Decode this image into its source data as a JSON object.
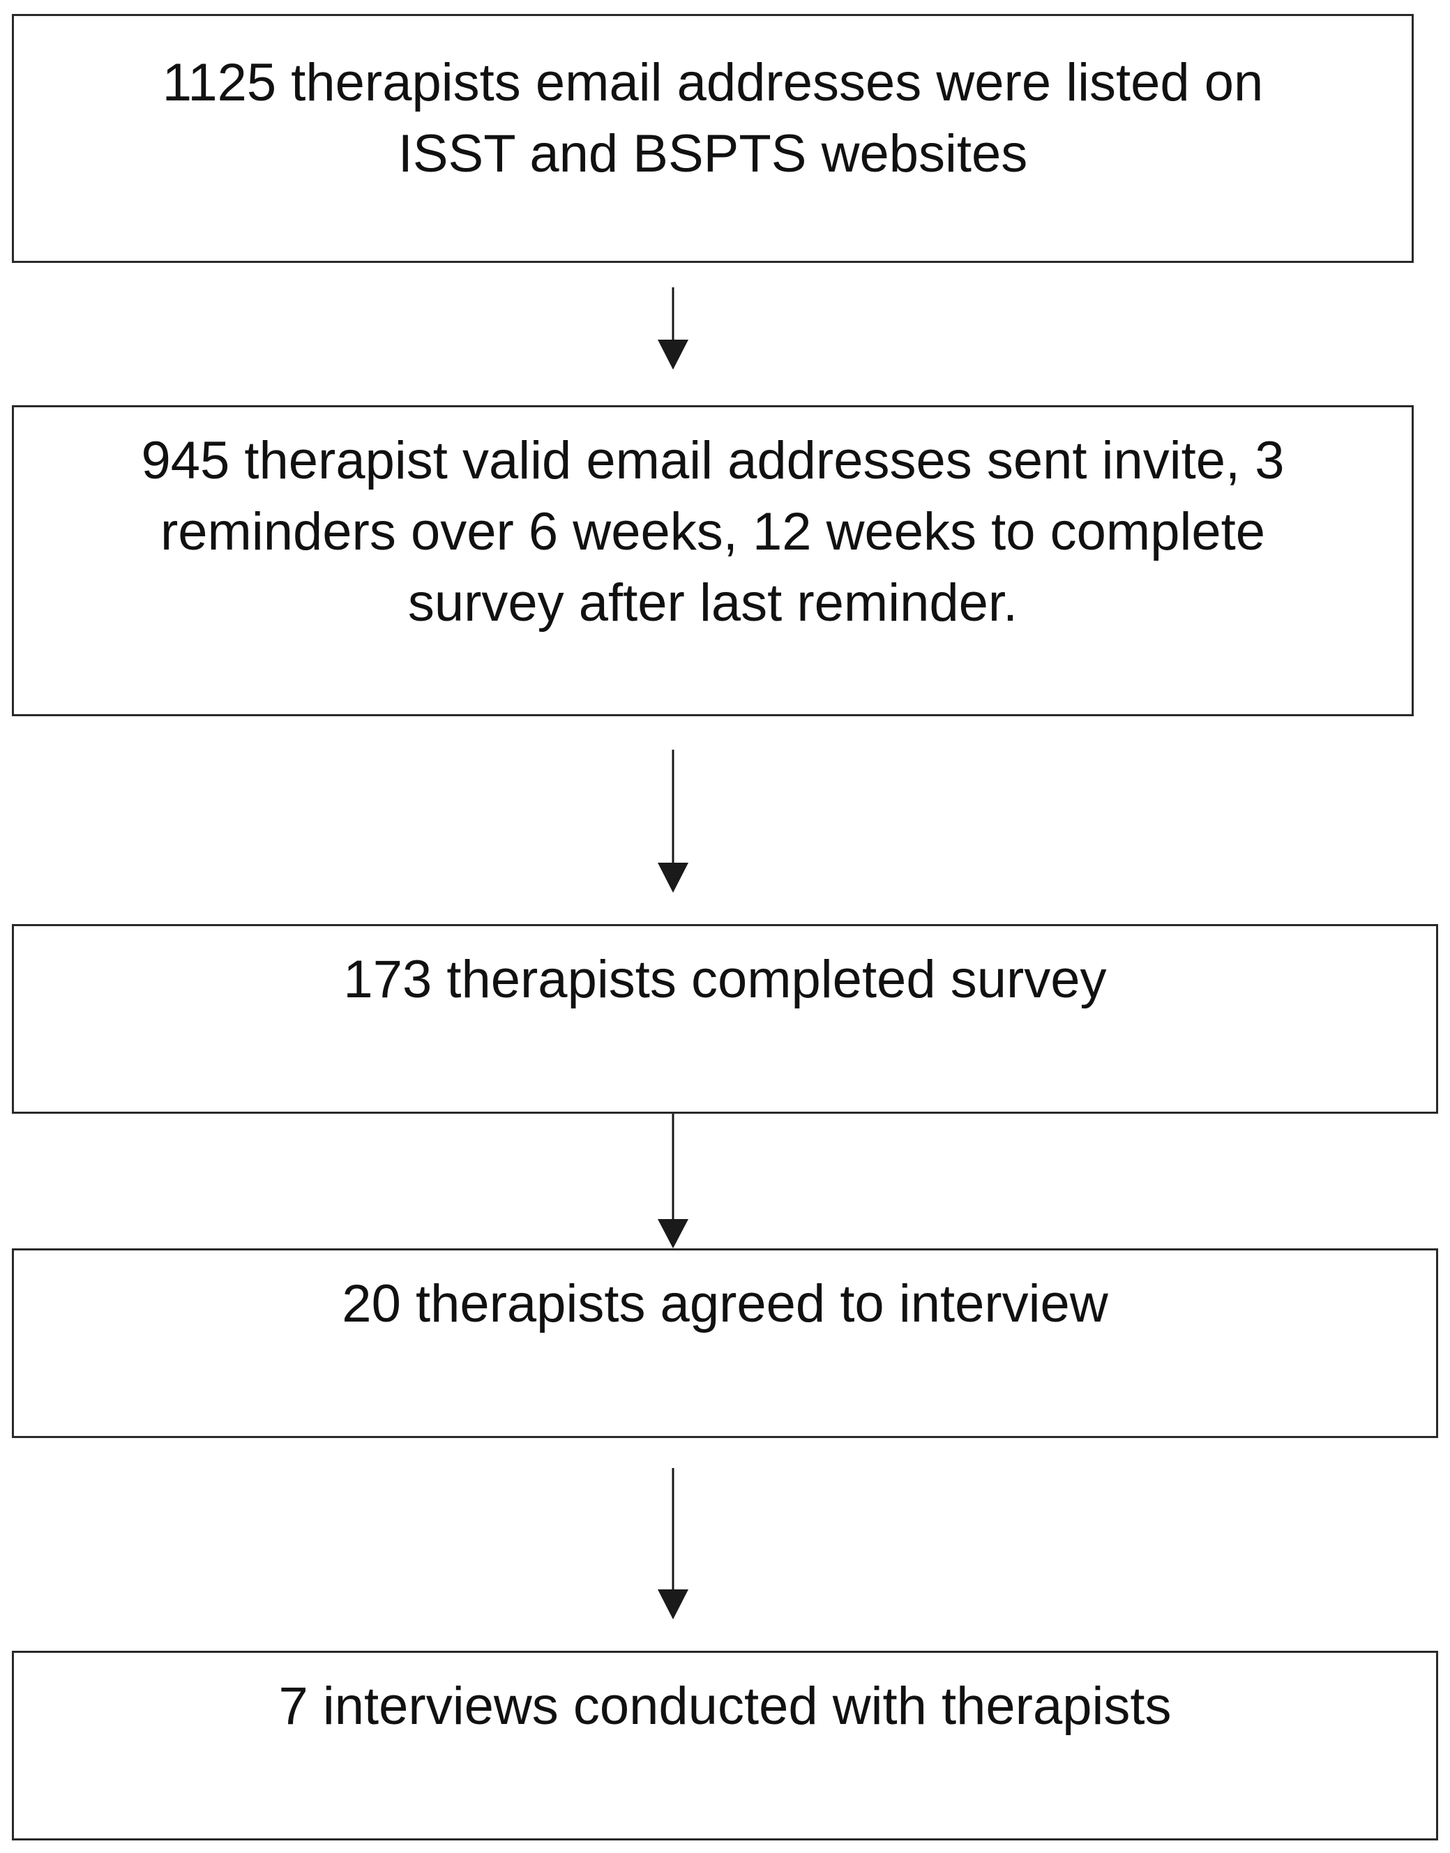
{
  "diagram": {
    "nodes": [
      {
        "id": "listed",
        "lines": [
          "1125 therapists email addresses were listed on",
          "ISST and BSPTS websites"
        ]
      },
      {
        "id": "invited",
        "lines": [
          "945 therapist valid email addresses sent invite, 3",
          "reminders over 6 weeks, 12 weeks to complete",
          "survey after last reminder."
        ]
      },
      {
        "id": "completed",
        "lines": [
          "173 therapists completed survey"
        ]
      },
      {
        "id": "agreed",
        "lines": [
          "20 therapists agreed to interview"
        ]
      },
      {
        "id": "interviewed",
        "lines": [
          "7 interviews conducted with therapists"
        ]
      }
    ],
    "edges": [
      {
        "from": "listed",
        "to": "invited"
      },
      {
        "from": "invited",
        "to": "completed"
      },
      {
        "from": "completed",
        "to": "agreed"
      },
      {
        "from": "agreed",
        "to": "interviewed"
      }
    ]
  }
}
